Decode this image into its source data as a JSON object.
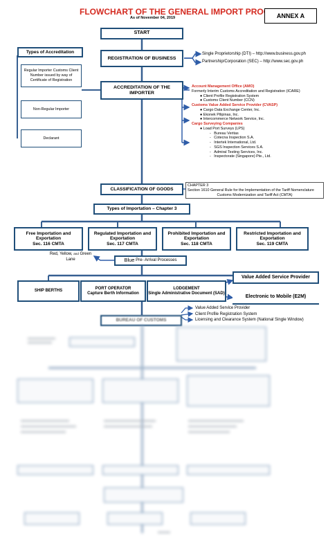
{
  "title": "FLOWCHART OF THE GENERAL IMPORT PROCEDURES",
  "subtitle": "As of November 04, 2019",
  "annex": "ANNEX A",
  "start": "START",
  "registration": "REGISTRATION OF BUSINESS",
  "registration_links": [
    "Single Proprietorship (DTI) – http://www.business.gov.ph",
    "Partnership/Corporation (SEC) – http://www.sec.gov.ph"
  ],
  "types_accreditation": {
    "label": "Types of Accreditation",
    "items": [
      "Regular Importer Customs Client Number issued by way of Certificate of Registration",
      "Non-Regular Importer",
      "Declarant"
    ]
  },
  "accreditation": "ACCREDITATION OF THE IMPORTER",
  "accreditation_details": {
    "amo_title": "Account Management Office (AMO)",
    "amo_desc": "Formerly Interim Customs Accreditation and Registration (ICARE)",
    "amo_items": [
      "Client Profile Registration System",
      "Customs Client Number (CCN)"
    ],
    "cvasp_title": "Customs Value Added Service Provider (CVASP)",
    "cvasp_items": [
      "Cargo Data Exchange Center, Inc.",
      "Ekonek Pilipinas, Inc.",
      "Intercommerce Network Service, Inc."
    ],
    "csc_title": "Cargo Surveying Companies",
    "lps": "Load Port Surveys (LPS)",
    "lps_items": [
      "Bureau Veritas",
      "Cotecna Inspection S.A.",
      "Intertek International, Ltd.",
      "SGS Inspection Services S.A.",
      "Admiral Testing Services, Inc.",
      "Inspectorate (Singapore) Pte., Ltd."
    ]
  },
  "classification": "CLASSIFICATION OF GOODS",
  "chapter3": {
    "line1": "CHAPTER 3",
    "line2": "Section 1610 General Rule for the Implementation of the Tariff Nomenclature",
    "line3": "Customs Modernization and Tariff Act (CMTA)"
  },
  "types_importation": "Types of Importation – Chapter 3",
  "importations": [
    {
      "label": "Free Importation and Exportation",
      "section": "Sec. 116 CMTA"
    },
    {
      "label": "Regulated Importation and Exportation",
      "section": "Sec. 117 CMTA"
    },
    {
      "label": "Prohibited Importation and Exportation",
      "section": "Sec. 118 CMTA"
    },
    {
      "label": "Restricted Importation and Exportation",
      "section": "Sec. 119 CMTA"
    }
  ],
  "lanes": {
    "pre": "Red, Yellow,",
    "and": "and",
    "green": "Green",
    "lane": "Lane"
  },
  "pre_arrival": {
    "blue": "Blue",
    "rest": "Pre- Arrival Processes"
  },
  "ship_berths": "SHIP BERTHS",
  "port_operator": {
    "title": "PORT OPERATOR",
    "sub": "Capture Berth Information"
  },
  "lodgement": {
    "title": "LODGEMENT",
    "sub": "Single Administrative Document (SAD)"
  },
  "vasp": "Value Added Service Provider",
  "e2m": "Electronic to Mobile (E2M)",
  "post_items": [
    "Value Added Service Provider",
    "Client Profile Registration System",
    "Licensing and Clearance System (National Single Window)"
  ],
  "blurred_box": "BUREAU OF CUSTOMS",
  "colors": {
    "title_red": "#d42a20",
    "box_border": "#1f4e79",
    "arrow_blue": "#2f5da8",
    "connector": "#365f91"
  },
  "icons": [
    "arrow-right-icon",
    "arrow-down-icon",
    "bullet-icon"
  ]
}
